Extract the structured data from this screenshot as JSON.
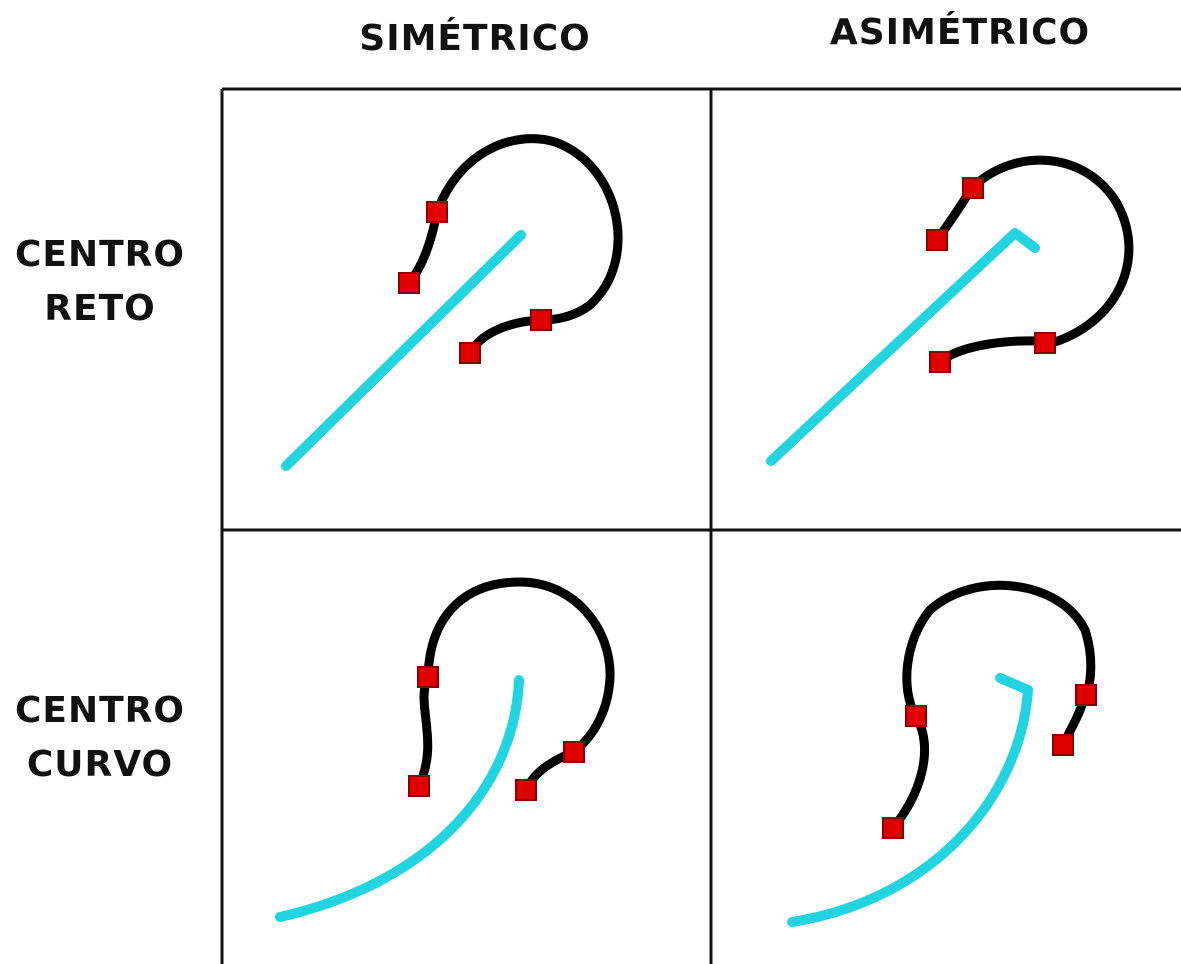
{
  "columns": [
    {
      "label": "SIMÉTRICO"
    },
    {
      "label": "ASIMÉTRICO"
    }
  ],
  "rows": [
    {
      "line1": "CENTRO",
      "line2": "RETO"
    },
    {
      "line1": "CENTRO",
      "line2": "CURVO"
    }
  ],
  "colors": {
    "curve": "#000000",
    "centerline": "#22d3e0",
    "marker": "#e00000",
    "marker_border": "#8a0000",
    "grid": "#111111"
  }
}
